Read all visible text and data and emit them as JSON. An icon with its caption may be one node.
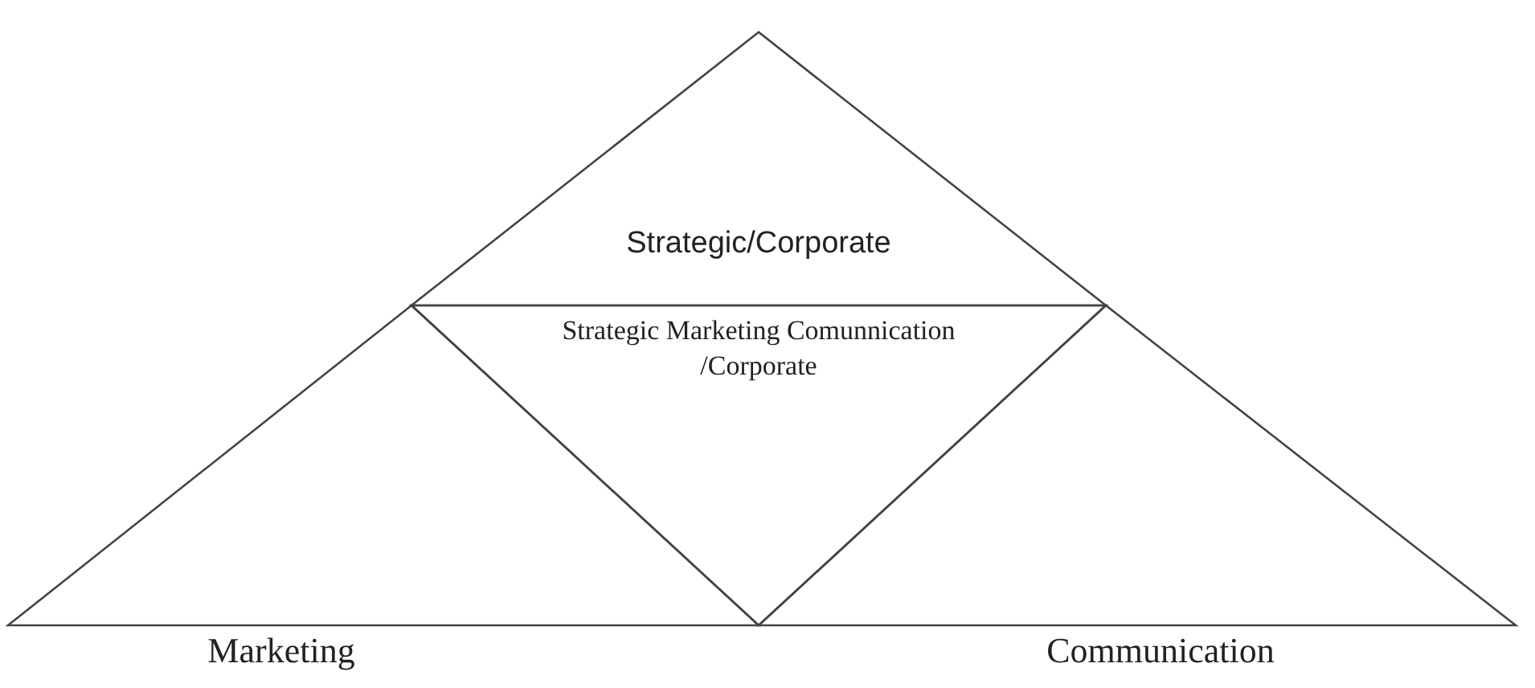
{
  "diagram": {
    "nodes": [
      {
        "text": [
          "Strategic/Corporate"
        ]
      },
      {
        "text": [
          "Strategic Marketing Comunnication /Corporate"
        ]
      },
      {
        "text": [
          "Marketing"
        ]
      },
      {
        "text": [
          "Communication"
        ]
      }
    ]
  }
}
